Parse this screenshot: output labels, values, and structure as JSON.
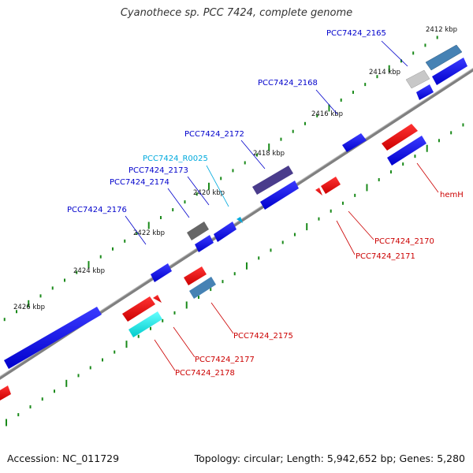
{
  "title": "Cyanothece sp. PCC 7424, complete genome",
  "footer": {
    "accession": "Accession: NC_011729",
    "summary": "Topology: circular; Length: 5,942,652 bp; Genes: 5,280"
  },
  "colors": {
    "axis": "#808080",
    "tick": "#1a8a1a",
    "forward_gene": "#0000ee",
    "reverse_gene": "#ee0000",
    "rna_gene": "#00e5ee",
    "other_gene_dark": "#4a3c8c",
    "other_gene_blue": "#4682b4",
    "label_forward": "#0000cc",
    "label_reverse": "#cc0000",
    "label_rna": "#00aadd"
  },
  "kbp_labels": [
    "2412 kbp",
    "2414 kbp",
    "2416 kbp",
    "2418 kbp",
    "2420 kbp",
    "2422 kbp",
    "2424 kbp",
    "2426 kbp"
  ],
  "gene_labels": [
    {
      "text": "PCC7424_2165",
      "strand": "forward"
    },
    {
      "text": "PCC7424_2168",
      "strand": "forward"
    },
    {
      "text": "PCC7424_2172",
      "strand": "forward"
    },
    {
      "text": "PCC7424_R0025",
      "strand": "rna"
    },
    {
      "text": "PCC7424_2173",
      "strand": "forward"
    },
    {
      "text": "PCC7424_2174",
      "strand": "forward"
    },
    {
      "text": "PCC7424_2176",
      "strand": "forward"
    },
    {
      "text": "hemH",
      "strand": "reverse"
    },
    {
      "text": "PCC7424_2170",
      "strand": "reverse"
    },
    {
      "text": "PCC7424_2171",
      "strand": "reverse"
    },
    {
      "text": "PCC7424_2175",
      "strand": "reverse"
    },
    {
      "text": "PCC7424_2177",
      "strand": "reverse"
    },
    {
      "text": "PCC7424_2178",
      "strand": "reverse"
    }
  ]
}
